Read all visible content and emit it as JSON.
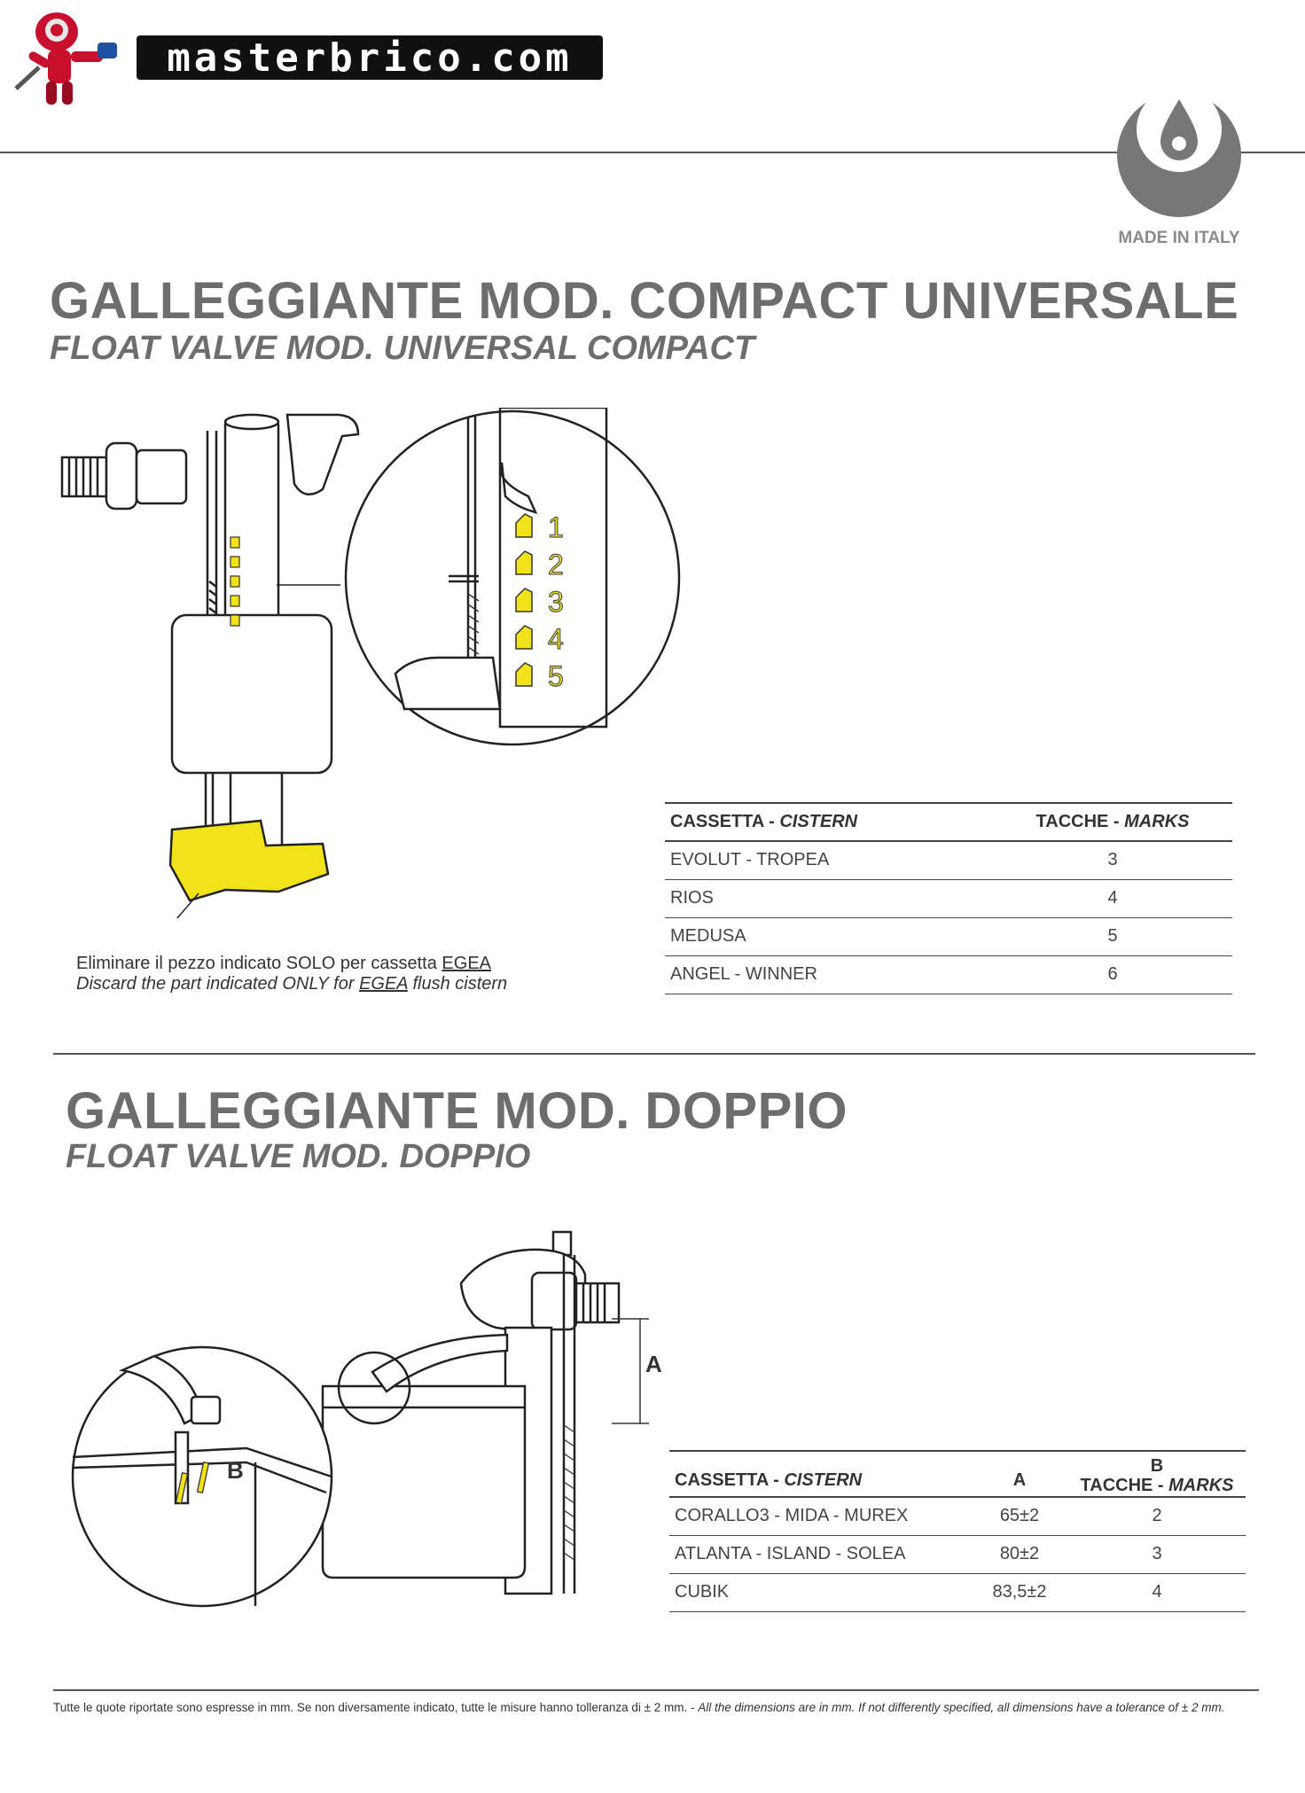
{
  "header": {
    "brand": "MASTERBRICO.COM",
    "made_in_italy": "MADE IN ITALY"
  },
  "section1": {
    "title_it": "GALLEGGIANTE MOD. COMPACT UNIVERSALE",
    "title_en": "FLOAT VALVE MOD. UNIVERSAL COMPACT",
    "marks": [
      "1",
      "2",
      "3",
      "4",
      "5"
    ],
    "caption_it_pre": "Eliminare il pezzo indicato SOLO per cassetta ",
    "caption_it_link": "EGEA",
    "caption_en_pre": "Discard the part indicated ONLY for ",
    "caption_en_link": "EGEA",
    "caption_en_post": " flush cistern",
    "table": {
      "header_cistern_it": "CASSETTA - ",
      "header_cistern_en": "CISTERN",
      "header_marks_it": "TACCHE - ",
      "header_marks_en": "MARKS",
      "rows": [
        {
          "cistern": "EVOLUT - TROPEA",
          "marks": "3"
        },
        {
          "cistern": "RIOS",
          "marks": "4"
        },
        {
          "cistern": "MEDUSA",
          "marks": "5"
        },
        {
          "cistern": "ANGEL - WINNER",
          "marks": "6"
        }
      ]
    }
  },
  "section2": {
    "title_it": "GALLEGGIANTE MOD. DOPPIO",
    "title_en": "FLOAT VALVE MOD. DOPPIO",
    "label_a": "A",
    "label_b": "B",
    "table": {
      "header_cistern_it": "CASSETTA - ",
      "header_cistern_en": "CISTERN",
      "header_a": "A",
      "header_b": "B",
      "header_marks_it": "TACCHE - ",
      "header_marks_en": "MARKS",
      "rows": [
        {
          "cistern": "CORALLO3 - MIDA - MUREX",
          "a": "65±2",
          "marks": "2"
        },
        {
          "cistern": "ATLANTA - ISLAND - SOLEA",
          "a": "80±2",
          "marks": "3"
        },
        {
          "cistern": "CUBIK",
          "a": "83,5±2",
          "marks": "4"
        }
      ]
    }
  },
  "footnote": {
    "it": "Tutte le quote riportate sono espresse in mm. Se non diversamente indicato, tutte le misure hanno tolleranza di ± 2 mm. - ",
    "en": "All the dimensions are in mm. If not differently specified, all dimensions have a tolerance of ± 2 mm."
  },
  "colors": {
    "title_gray": "#6d6d6d",
    "highlight_yellow": "#f2e318",
    "line": "#444444"
  }
}
